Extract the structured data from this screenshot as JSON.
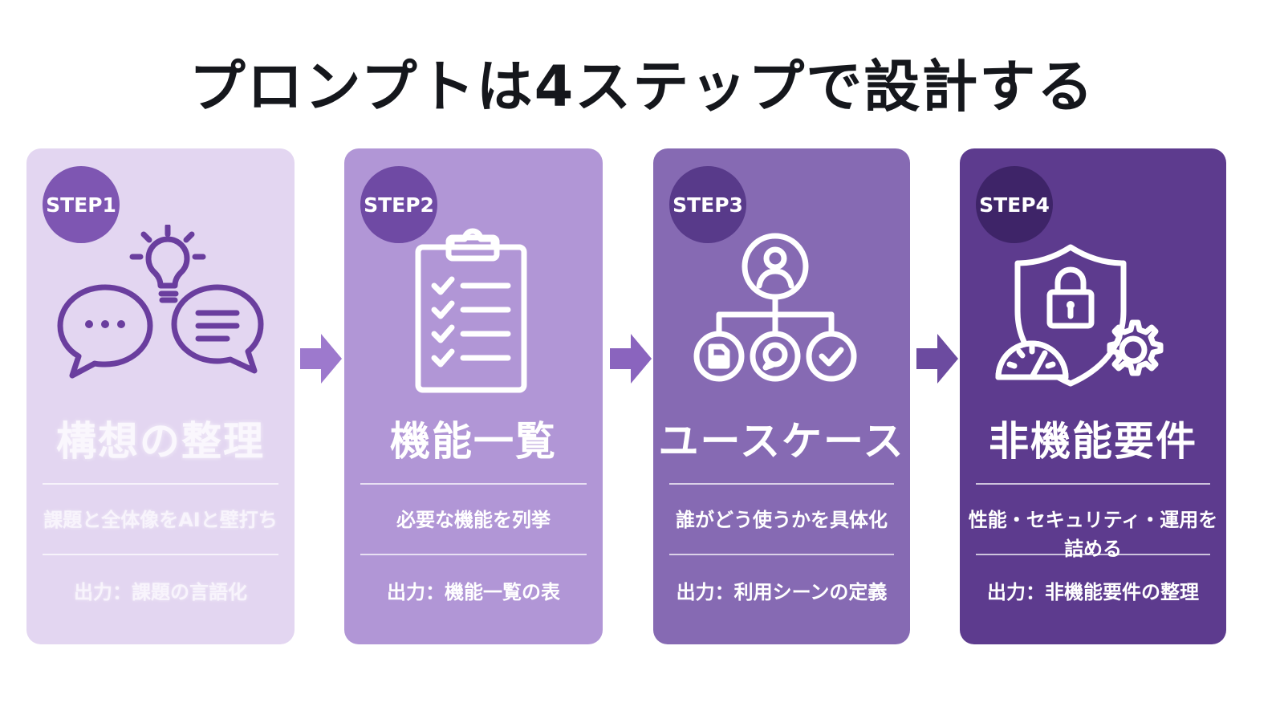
{
  "title": "プロンプトは4ステップで設計する",
  "colors": {
    "card1": "#e3d6f1",
    "card2": "#b196d6",
    "card3": "#866ab3",
    "card4": "#5d3b8e",
    "icon_stroke_light": "#6a3e9e",
    "icon_stroke_white": "#ffffff",
    "arrow1": "#9d79cd",
    "arrow2": "#8a64be",
    "arrow3": "#6c4ba0"
  },
  "steps": [
    {
      "badge": "STEP1",
      "icon": "speech-bubbles-lightbulb-icon",
      "title": "構想の整理",
      "description": "課題と全体像をAIと壁打ち",
      "output": "出力：課題の言語化"
    },
    {
      "badge": "STEP2",
      "icon": "clipboard-checklist-icon",
      "title": "機能一覧",
      "description": "必要な機能を列挙",
      "output": "出力：機能一覧の表"
    },
    {
      "badge": "STEP3",
      "icon": "user-flow-icon",
      "title": "ユースケース",
      "description": "誰がどう使うかを具体化",
      "output": "出力：利用シーンの定義"
    },
    {
      "badge": "STEP4",
      "icon": "shield-lock-gauge-gear-icon",
      "title": "非機能要件",
      "description": "性能・セキュリティ・運用を詰める",
      "output": "出力：非機能要件の整理"
    }
  ]
}
